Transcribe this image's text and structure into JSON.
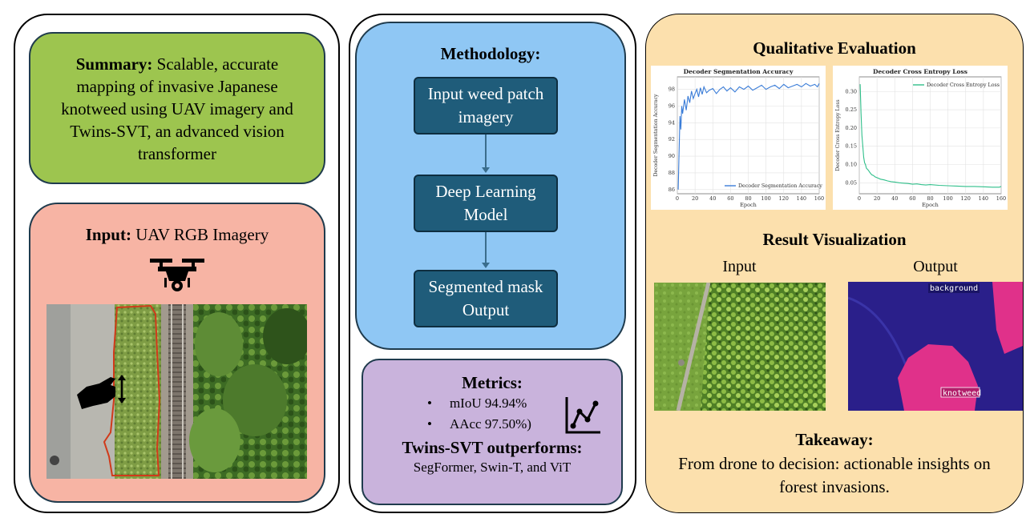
{
  "summary": {
    "lead": "Summary:",
    "text": " Scalable, accurate mapping of invasive Japanese knotweed using UAV imagery and Twins-SVT, an advanced vision transformer"
  },
  "input_panel": {
    "lead": "Input:",
    "text": " UAV RGB Imagery",
    "drone_icon": "drone-icon",
    "hand_icon": "hand-pointer-icon"
  },
  "methodology": {
    "title": "Methodology:",
    "steps": [
      "Input weed patch imagery",
      "Deep Learning Model",
      "Segmented mask Output"
    ]
  },
  "metrics": {
    "title": "Metrics:",
    "items": [
      "mIoU 94.94%",
      "AAcc 97.50%)"
    ],
    "outperforms_title": "Twins-SVT outperforms:",
    "outperforms_text": "SegFormer, Swin-T, and ViT",
    "chart_icon": "line-chart-icon"
  },
  "qualitative": {
    "title": "Qualitative Evaluation"
  },
  "result_visualization": {
    "title": "Result Visualization",
    "input_label": "Input",
    "output_label": "Output",
    "mask_label_background": "background",
    "mask_label_knotweed": "knotweed"
  },
  "takeaway": {
    "title": "Takeaway:",
    "text": "From drone to decision: actionable insights on forest invasions."
  },
  "colors": {
    "summary_bg": "#9dc54f",
    "input_bg": "#f7b4a4",
    "methodology_bg": "#8fc7f4",
    "metrics_bg": "#c9b3dc",
    "right_bg": "#fce0ad",
    "flow_box": "#1f5c7a",
    "accuracy_line": "#3b7dd8",
    "loss_line": "#2fbf8a"
  },
  "chart_data": [
    {
      "type": "line",
      "title": "Decoder Segmentation Accuracy",
      "xlabel": "Epoch",
      "ylabel": "Decoder Segmentation Accuracy",
      "xlim": [
        0,
        160
      ],
      "ylim": [
        85.5,
        99.5
      ],
      "xticks": [
        0,
        20,
        40,
        60,
        80,
        100,
        120,
        140,
        160
      ],
      "yticks": [
        86,
        88,
        90,
        92,
        94,
        96,
        98
      ],
      "grid": true,
      "legend_position": "bottom-right",
      "series": [
        {
          "name": "Decoder Segmentation Accuracy",
          "x": [
            1,
            2,
            3,
            4,
            5,
            6,
            8,
            10,
            12,
            14,
            16,
            18,
            20,
            22,
            24,
            26,
            28,
            30,
            33,
            36,
            40,
            44,
            48,
            52,
            56,
            60,
            65,
            70,
            75,
            80,
            85,
            90,
            95,
            100,
            105,
            110,
            115,
            120,
            125,
            130,
            135,
            140,
            145,
            150,
            155,
            158,
            160
          ],
          "y": [
            86.0,
            90.5,
            94.8,
            93.2,
            96.0,
            95.1,
            96.8,
            95.5,
            97.2,
            96.4,
            97.8,
            96.9,
            97.5,
            98.0,
            97.1,
            98.2,
            97.4,
            98.3,
            97.6,
            97.9,
            98.1,
            97.5,
            98.0,
            98.3,
            97.8,
            98.2,
            97.7,
            98.3,
            98.0,
            98.4,
            97.9,
            98.2,
            98.5,
            98.0,
            98.3,
            98.5,
            98.1,
            98.6,
            98.2,
            98.4,
            98.6,
            98.3,
            98.7,
            98.4,
            98.6,
            98.3,
            98.7
          ]
        }
      ]
    },
    {
      "type": "line",
      "title": "Decoder Cross Entropy Loss",
      "xlabel": "Epoch",
      "ylabel": "Decoder Cross Entropy Loss",
      "xlim": [
        0,
        160
      ],
      "ylim": [
        0.02,
        0.34
      ],
      "xticks": [
        0,
        20,
        40,
        60,
        80,
        100,
        120,
        140,
        160
      ],
      "yticks": [
        0.05,
        0.1,
        0.15,
        0.2,
        0.25,
        0.3
      ],
      "grid": true,
      "legend_position": "top-right",
      "series": [
        {
          "name": "Decoder Cross Entropy Loss",
          "x": [
            1,
            2,
            3,
            4,
            5,
            6,
            7,
            8,
            10,
            12,
            14,
            16,
            18,
            20,
            24,
            28,
            32,
            36,
            40,
            45,
            50,
            55,
            60,
            65,
            70,
            75,
            80,
            90,
            100,
            110,
            120,
            130,
            140,
            150,
            158,
            160
          ],
          "y": [
            0.32,
            0.24,
            0.18,
            0.15,
            0.12,
            0.105,
            0.1,
            0.09,
            0.085,
            0.078,
            0.072,
            0.07,
            0.066,
            0.064,
            0.06,
            0.058,
            0.055,
            0.053,
            0.052,
            0.05,
            0.049,
            0.048,
            0.046,
            0.047,
            0.045,
            0.044,
            0.045,
            0.043,
            0.042,
            0.041,
            0.04,
            0.04,
            0.039,
            0.038,
            0.038,
            0.04
          ]
        }
      ]
    }
  ]
}
